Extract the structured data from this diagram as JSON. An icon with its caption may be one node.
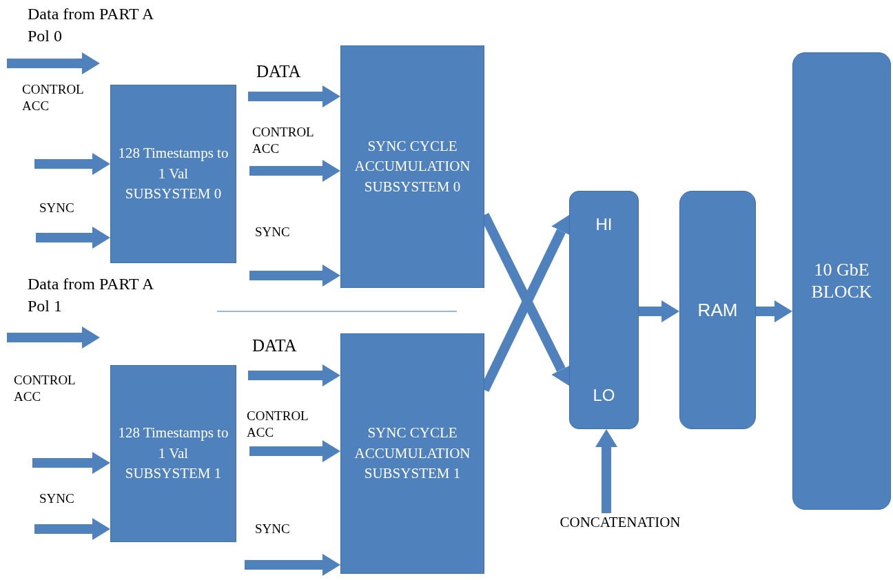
{
  "diagram": {
    "nodes": [
      {
        "text": [
          "128 Timestamps to 1 Val SUBSYSTEM 0"
        ]
      },
      {
        "text": [
          "SYNC CYCLE ACCUMULATION SUBSYSTEM 0"
        ]
      },
      {
        "text": [
          "128 Timestamps to 1 Val SUBSYSTEM 1"
        ]
      },
      {
        "text": [
          "SYNC CYCLE ACCUMULATION SUBSYSTEM 1"
        ]
      },
      {
        "text": [
          "HI",
          "LO"
        ]
      },
      {
        "text": [
          "RAM"
        ]
      },
      {
        "text": [
          "10 GbE BLOCK"
        ]
      },
      {
        "text": [
          "CONCATENATION"
        ]
      }
    ],
    "edges": [
      {
        "from": null,
        "to": 0,
        "arrow": "to",
        "label": "CONTROL ACC"
      },
      {
        "from": null,
        "to": 0,
        "arrow": "to",
        "label": "SYNC"
      },
      {
        "from": null,
        "to": 1,
        "arrow": "to",
        "label": "DATA"
      },
      {
        "from": null,
        "to": 1,
        "arrow": "to",
        "label": "CONTROL ACC"
      },
      {
        "from": null,
        "to": 1,
        "arrow": "to",
        "label": "SYNC"
      },
      {
        "from": null,
        "to": 2,
        "arrow": "to",
        "label": "CONTROL ACC"
      },
      {
        "from": null,
        "to": 2,
        "arrow": "to",
        "label": "SYNC"
      },
      {
        "from": null,
        "to": 3,
        "arrow": "to",
        "label": "DATA"
      },
      {
        "from": null,
        "to": 3,
        "arrow": "to",
        "label": "CONTROL ACC"
      },
      {
        "from": null,
        "to": 3,
        "arrow": "to",
        "label": "SYNC"
      },
      {
        "from": 1,
        "to": 4,
        "arrow": "to"
      },
      {
        "from": 3,
        "to": 4,
        "arrow": "to"
      },
      {
        "from": 4,
        "to": 5,
        "arrow": "to"
      },
      {
        "from": 5,
        "to": 6,
        "arrow": "to"
      },
      {
        "from": 7,
        "to": 4,
        "arrow": "to"
      }
    ],
    "labels": [
      "Data from PART A Pol 0",
      "Data from PART A Pol 1"
    ]
  }
}
